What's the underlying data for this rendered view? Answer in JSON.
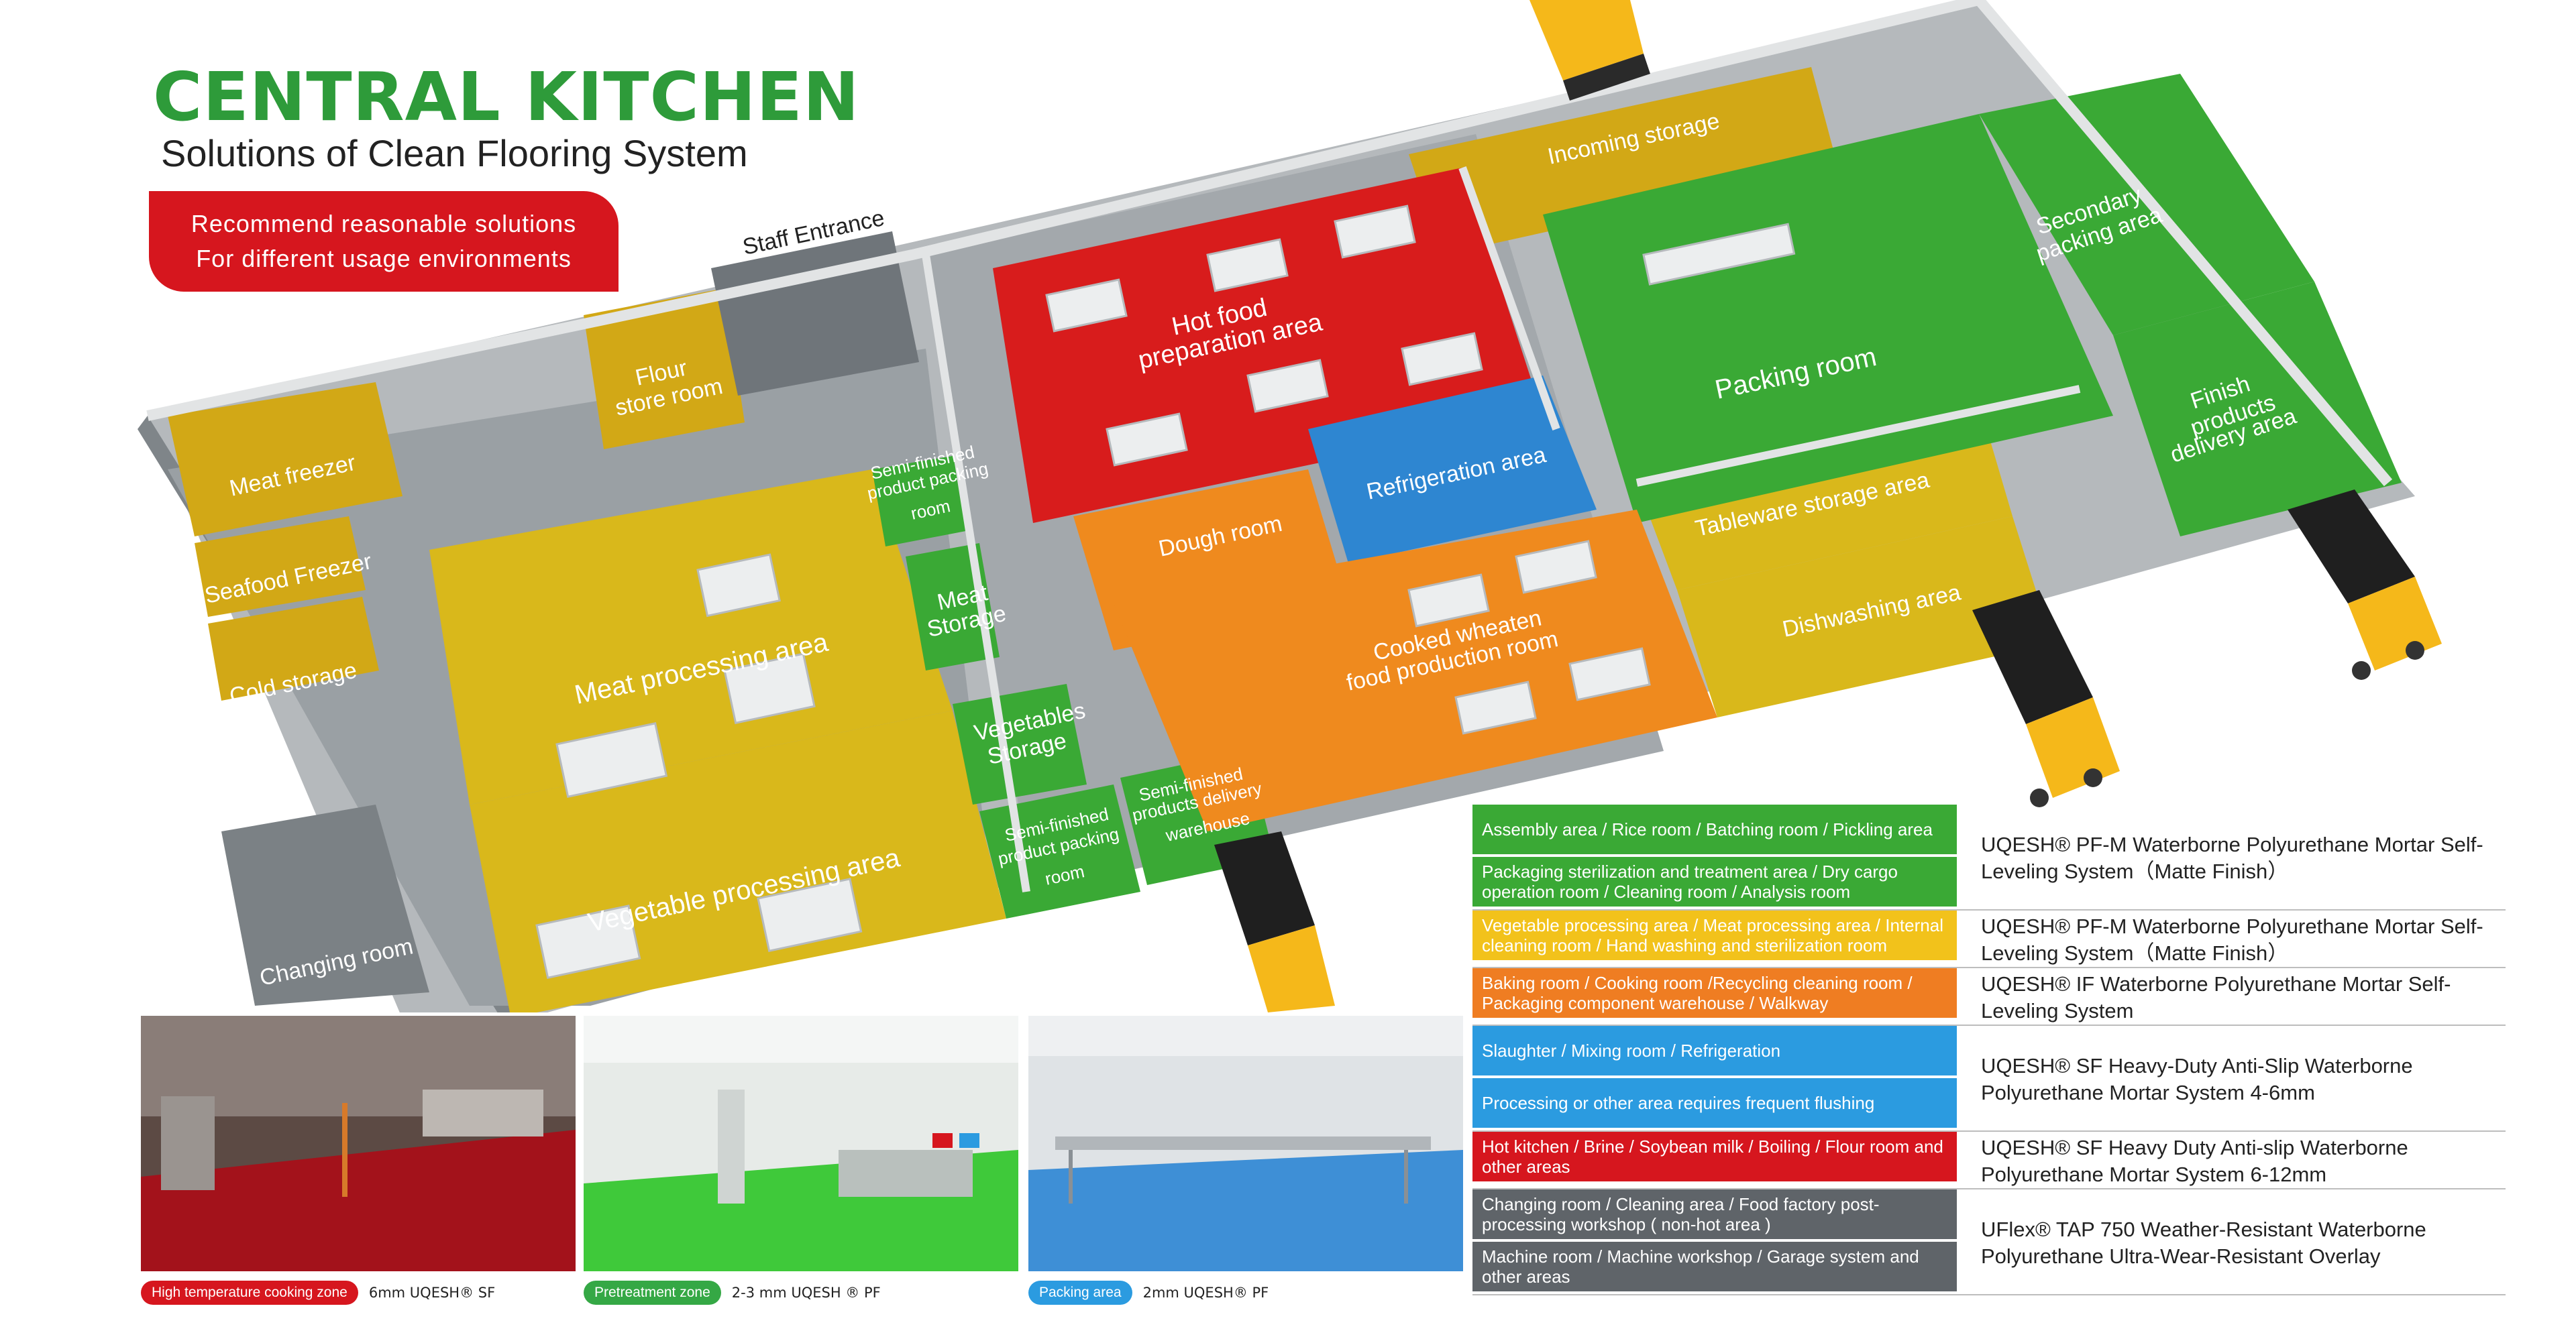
{
  "header": {
    "title": "CENTRAL KITCHEN",
    "subtitle": "Solutions of Clean Flooring System",
    "badge_line1": "Recommend reasonable solutions",
    "badge_line2": "For different usage environments"
  },
  "floorplan": {
    "staff_entrance": "Staff Entrance",
    "zones": {
      "meat_freezer": "Meat freezer",
      "seafood_freezer": "Seafood Freezer",
      "cold_storage": "Cold storage",
      "flour_store_1": "Flour",
      "flour_store_2": "store room",
      "meat_processing": "Meat processing area",
      "vegetable_processing": "Vegetable processing area",
      "changing_room": "Changing room",
      "semi_packing_1": "Semi-finished",
      "semi_packing_2": "product packing",
      "semi_packing_3": "room",
      "meat_storage_1": "Meat",
      "meat_storage_2": "Storage",
      "veg_storage_1": "Vegetables",
      "veg_storage_2": "Storage",
      "semi_packing_b_1": "Semi-finished",
      "semi_packing_b_2": "product packing",
      "semi_packing_b_3": "room",
      "semi_delivery_1": "Semi-finished",
      "semi_delivery_2": "products delivery",
      "semi_delivery_3": "warehouse",
      "hot_food_1": "Hot food",
      "hot_food_2": "preparation area",
      "refrigeration": "Refrigeration area",
      "dough": "Dough room",
      "cooked_wheaten_1": "Cooked wheaten",
      "cooked_wheaten_2": "food production room",
      "incoming": "Incoming storage",
      "packing": "Packing room",
      "secondary_1": "Secondary",
      "secondary_2": "packing area",
      "finish_1": "Finish",
      "finish_2": "products",
      "finish_3": "delivery area",
      "tableware": "Tableware storage area",
      "dishwashing": "Dishwashing area"
    }
  },
  "photos": [
    {
      "pill": "High temperature cooking zone",
      "text": "6mm UQESH® SF",
      "pill_color": "#d6161e",
      "floor_color": "#a3121b"
    },
    {
      "pill": "Pretreatment zone",
      "text": "2-3 mm UQESH ® PF",
      "pill_color": "#35a845",
      "floor_color": "#3fc93a"
    },
    {
      "pill": "Packing area",
      "text": "2mm UQESH® PF",
      "pill_color": "#2b9be0",
      "floor_color": "#3e8fd6"
    }
  ],
  "legend": [
    {
      "areas": [
        {
          "text": "Assembly area / Rice room / Batching room / Pickling area",
          "color": "#3aa935"
        },
        {
          "text": "Packaging sterilization and treatment area / Dry cargo operation room / Cleaning room / Analysis room",
          "color": "#3aa935"
        }
      ],
      "product": "UQESH® PF-M   Waterborne Polyurethane Mortar Self-Leveling System（Matte Finish）"
    },
    {
      "areas": [
        {
          "text": "Vegetable processing area / Meat processing area / Internal cleaning room / Hand washing and sterilization room",
          "color": "#f2c21b"
        }
      ],
      "product": "UQESH® PF-M   Waterborne Polyurethane Mortar Self-Leveling System（Matte Finish）"
    },
    {
      "areas": [
        {
          "text": "Baking room / Cooking room /Recycling cleaning room / Packaging component warehouse / Walkway",
          "color": "#ef7d22"
        }
      ],
      "product": "UQESH® IF  Waterborne Polyurethane Mortar Self-Leveling System"
    },
    {
      "areas": [
        {
          "text": "Slaughter / Mixing room / Refrigeration",
          "color": "#2b9be0"
        },
        {
          "text": "Processing or other area requires frequent flushing",
          "color": "#2b9be0"
        }
      ],
      "product": "UQESH® SF   Heavy-Duty Anti-Slip Waterborne  Polyurethane Mortar System 4-6mm"
    },
    {
      "areas": [
        {
          "text": "Hot kitchen / Brine / Soybean milk / Boiling / Flour room and other areas",
          "color": "#d6161e"
        }
      ],
      "product": "UQESH® SF  Heavy Duty Anti-slip Waterborne Polyurethane Mortar System 6-12mm"
    },
    {
      "areas": [
        {
          "text": "Changing room / Cleaning area / Food factory post-processing  workshop ( non-hot area )",
          "color": "#5f6469"
        },
        {
          "text": "Machine room / Machine workshop / Garage system and other areas",
          "color": "#5f6469"
        }
      ],
      "product": "UFlex® TAP 750 Weather-Resistant Waterborne Polyurethane Ultra-Wear-Resistant Overlay"
    }
  ],
  "colors": {
    "yellow": "#d9b81b",
    "green": "#3aa935",
    "red": "#d81c1c",
    "orange": "#ef8a1e",
    "blue": "#2e86d1",
    "gray": "#8b9196",
    "truck": "#f5b81a"
  }
}
